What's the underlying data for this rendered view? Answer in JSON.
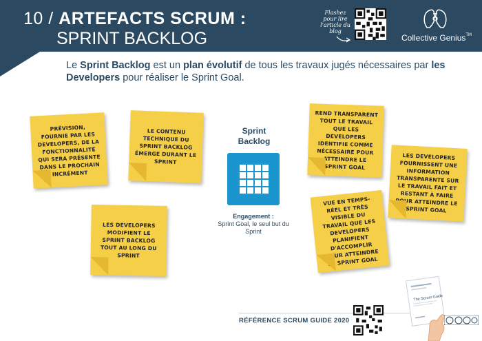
{
  "header": {
    "number": "10 /",
    "title_line1": "ARTEFACTS SCRUM :",
    "title_line2": "SPRINT BACKLOG",
    "flash_text": "Flashez pour lire l'article du blog",
    "logo_text": "Collective Genius",
    "logo_tm": "TM"
  },
  "intro": {
    "p1": "Le ",
    "b1": "Sprint Backlog",
    "p2": " est un ",
    "b2": "plan évolutif",
    "p3": " de tous les travaux jugés nécessaires par ",
    "b3": "les Developers",
    "p4": " pour réaliser le Sprint Goal."
  },
  "center": {
    "title_line1": "Sprint",
    "title_line2": "Backlog",
    "icon": "grid-icon",
    "caption_bold": "Engagement :",
    "caption": "Sprint Goal, le seul but du Sprint"
  },
  "notes": [
    "Prévision, fournie par les Developers, de la fonctionnalité qui sera présente dans le prochain incrément",
    "Le contenu technique du Sprint Backlog émerge durant le Sprint",
    "Les Developers modifient le Sprint Backlog tout au long du Sprint",
    "Rend transparent tout le travail que les Developers identifie comme nécessaire pour atteindre le Sprint Goal",
    "Les Developers fournissent une information transparente sur le travail fait et restant à faire pour atteindre le Sprint Goal",
    "Vue en temps-réel et très visible du travail que les Developers planifient d'accomplir pour atteindre le Sprint Goal"
  ],
  "footer": {
    "reference": "RÉFÉRENCE SCRUM GUIDE 2020",
    "guide_title": "The Scrum Guide"
  },
  "colors": {
    "header_bg": "#2b4a61",
    "note": "#f6cf48",
    "accent_blue": "#1a95ce"
  }
}
